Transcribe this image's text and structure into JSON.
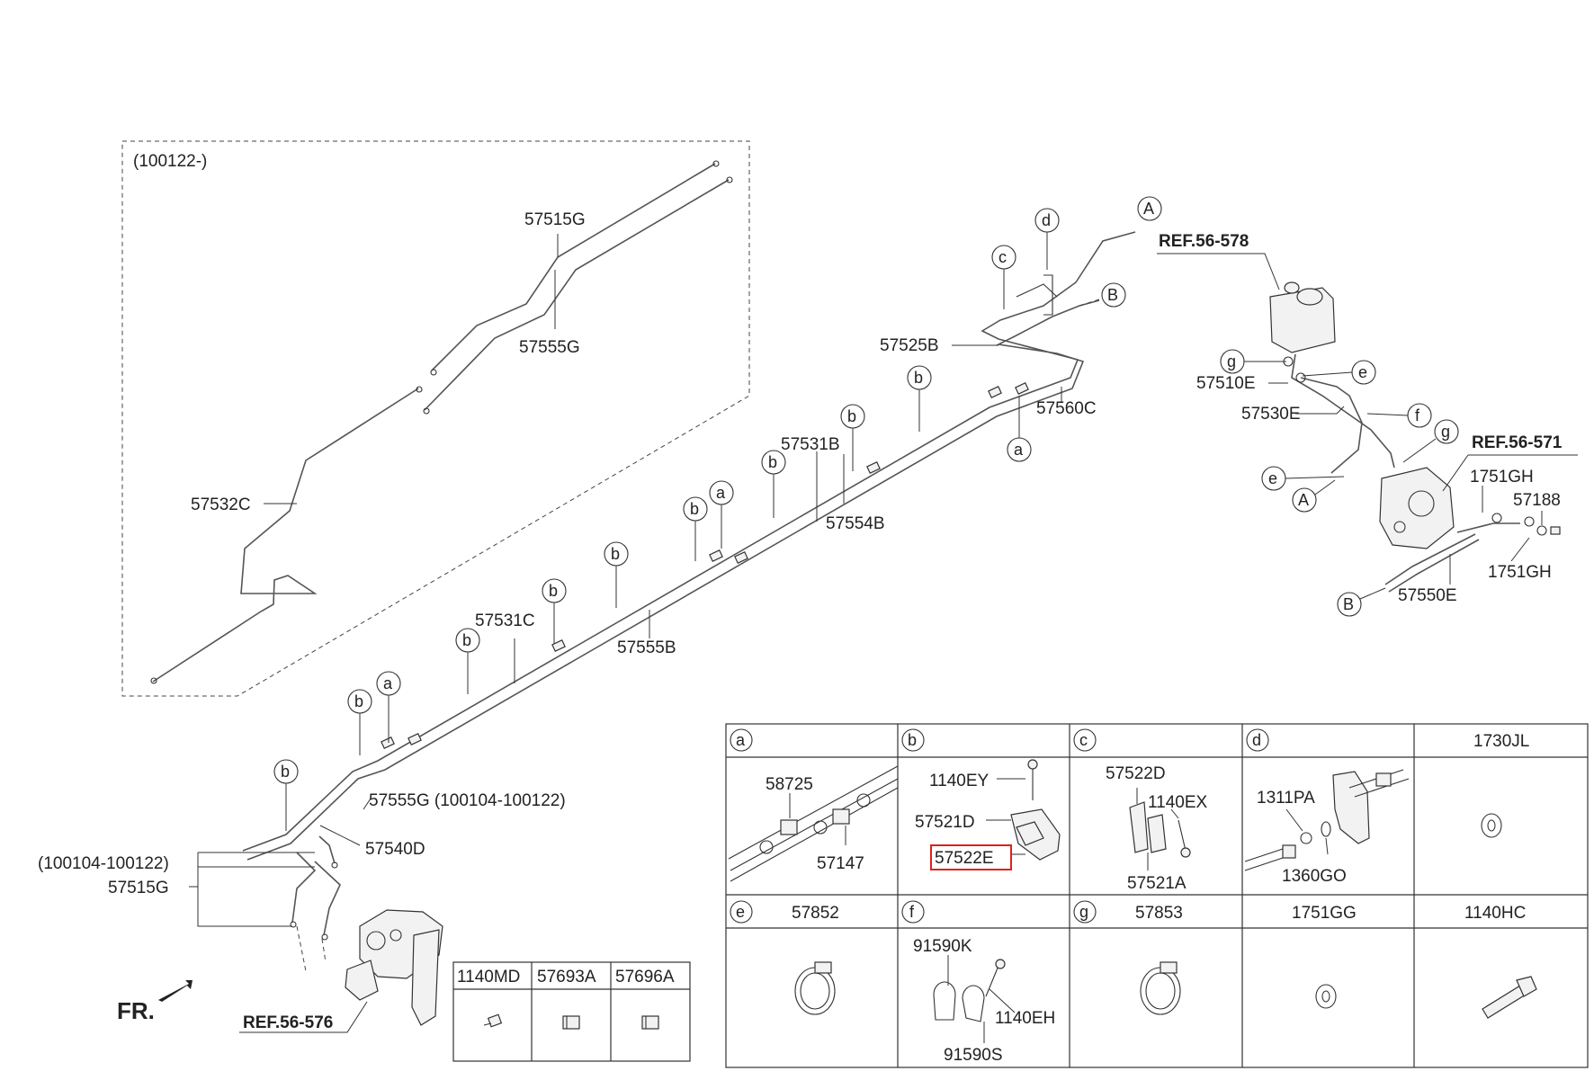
{
  "upper_box": {
    "range": "(100122-)",
    "parts": [
      "57515G",
      "57555G",
      "57532C"
    ]
  },
  "main_labels": {
    "p57525B": "57525B",
    "p57560C": "57560C",
    "p57531B": "57531B",
    "p57554B": "57554B",
    "p57531C": "57531C",
    "p57555B": "57555B",
    "p57555G_range": "57555G (100104-100122)",
    "range_left": "(100104-100122)",
    "p57515G": "57515G",
    "p57540D": "57540D",
    "fr": "FR."
  },
  "refs": {
    "ref578": "REF.56-578",
    "ref571": "REF.56-571",
    "ref576": "REF.56-576"
  },
  "pump_labels": {
    "p57510E": "57510E",
    "p57530E": "57530E",
    "p1751GH_a": "1751GH",
    "p57188": "57188",
    "p1751GH_b": "1751GH",
    "p57550E": "57550E"
  },
  "circles": {
    "a": "a",
    "b": "b",
    "c": "c",
    "d": "d",
    "e": "e",
    "f": "f",
    "g": "g",
    "A": "A",
    "B": "B"
  },
  "small_table": {
    "headers": [
      "1140MD",
      "57693A",
      "57696A"
    ]
  },
  "grid_table": {
    "headers_top": [
      "a",
      "b",
      "c",
      "d",
      "1730JL"
    ],
    "headers_bottom": [
      "e",
      "f",
      "g",
      "1751GG",
      "1140HC"
    ],
    "bottom_codes": {
      "e": "57852",
      "g": "57853"
    },
    "cell_a": [
      "58725",
      "57147"
    ],
    "cell_b": [
      "1140EY",
      "57521D",
      "57522E"
    ],
    "cell_c": [
      "57522D",
      "1140EX",
      "57521A"
    ],
    "cell_d": [
      "1311PA",
      "1360GO"
    ],
    "cell_f": [
      "91590K",
      "1140EH",
      "91590S"
    ]
  },
  "highlight_part": "57522E",
  "colors": {
    "highlight": "#e0201b",
    "line": "#333333"
  }
}
